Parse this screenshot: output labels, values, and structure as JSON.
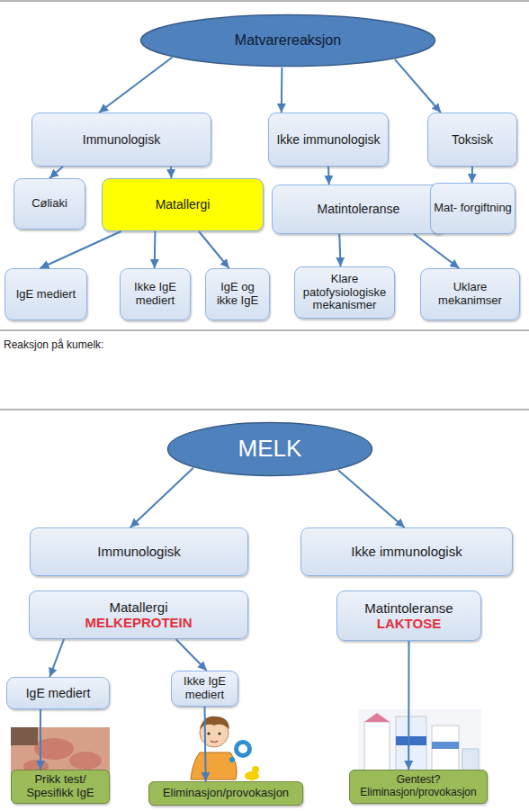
{
  "diagram": {
    "nodes": [
      {
        "text": [
          "Matvarereaksjon"
        ]
      },
      {
        "text": [
          "Immunologisk"
        ]
      },
      {
        "text": [
          "Ikke immunologisk"
        ]
      },
      {
        "text": [
          "Toksisk"
        ]
      },
      {
        "text": [
          "Cøliaki"
        ]
      },
      {
        "text": [
          "Matallergi"
        ]
      },
      {
        "text": [
          "Matintoleranse"
        ]
      },
      {
        "text": [
          "Mat- forgiftning"
        ]
      },
      {
        "text": [
          "IgE mediert"
        ]
      },
      {
        "text": [
          "Ikke IgE mediert"
        ]
      },
      {
        "text": [
          "IgE og ikke IgE"
        ]
      },
      {
        "text": [
          "Klare patofysiologiske mekanismer"
        ]
      },
      {
        "text": [
          "Uklare mekanimser"
        ]
      },
      {
        "text": [
          "MELK"
        ]
      },
      {
        "text": [
          "Immunologisk"
        ]
      },
      {
        "text": [
          "Ikke immunologisk"
        ]
      },
      {
        "text": [
          "Matallergi",
          "MELKEPROTEIN"
        ]
      },
      {
        "text": [
          "Matintoleranse",
          "LAKTOSE"
        ]
      },
      {
        "text": [
          "IgE mediert"
        ]
      },
      {
        "text": [
          "Ikke IgE mediert"
        ]
      },
      {
        "text": [
          "Prikk test/ Spesifikk IgE"
        ]
      },
      {
        "text": [
          "Eliminasjon/provokasjon"
        ]
      },
      {
        "text": [
          "Gentest? Eliminasjon/provokasjon"
        ]
      }
    ],
    "edges": [
      {
        "from": 0,
        "to": 1,
        "arrow": "to"
      },
      {
        "from": 0,
        "to": 2,
        "arrow": "to"
      },
      {
        "from": 0,
        "to": 3,
        "arrow": "to"
      },
      {
        "from": 1,
        "to": 4,
        "arrow": "to"
      },
      {
        "from": 1,
        "to": 5,
        "arrow": "to"
      },
      {
        "from": 5,
        "to": 8,
        "arrow": "to"
      },
      {
        "from": 5,
        "to": 9,
        "arrow": "to"
      },
      {
        "from": 5,
        "to": 10,
        "arrow": "to"
      },
      {
        "from": 2,
        "to": 6,
        "arrow": "to"
      },
      {
        "from": 3,
        "to": 7,
        "arrow": "to"
      },
      {
        "from": 6,
        "to": 11,
        "arrow": "to"
      },
      {
        "from": 6,
        "to": 12,
        "arrow": "to"
      },
      {
        "from": 13,
        "to": 14,
        "arrow": "to"
      },
      {
        "from": 13,
        "to": 15,
        "arrow": "to"
      },
      {
        "from": 16,
        "to": 18,
        "arrow": "to"
      },
      {
        "from": 16,
        "to": 19,
        "arrow": "to"
      },
      {
        "from": 17,
        "to": 22,
        "arrow": "to"
      },
      {
        "from": 18,
        "to": 20,
        "arrow": "to"
      },
      {
        "from": 19,
        "to": 21,
        "arrow": "to"
      }
    ],
    "labels": [
      "Reaksjon på kumelk:"
    ]
  }
}
